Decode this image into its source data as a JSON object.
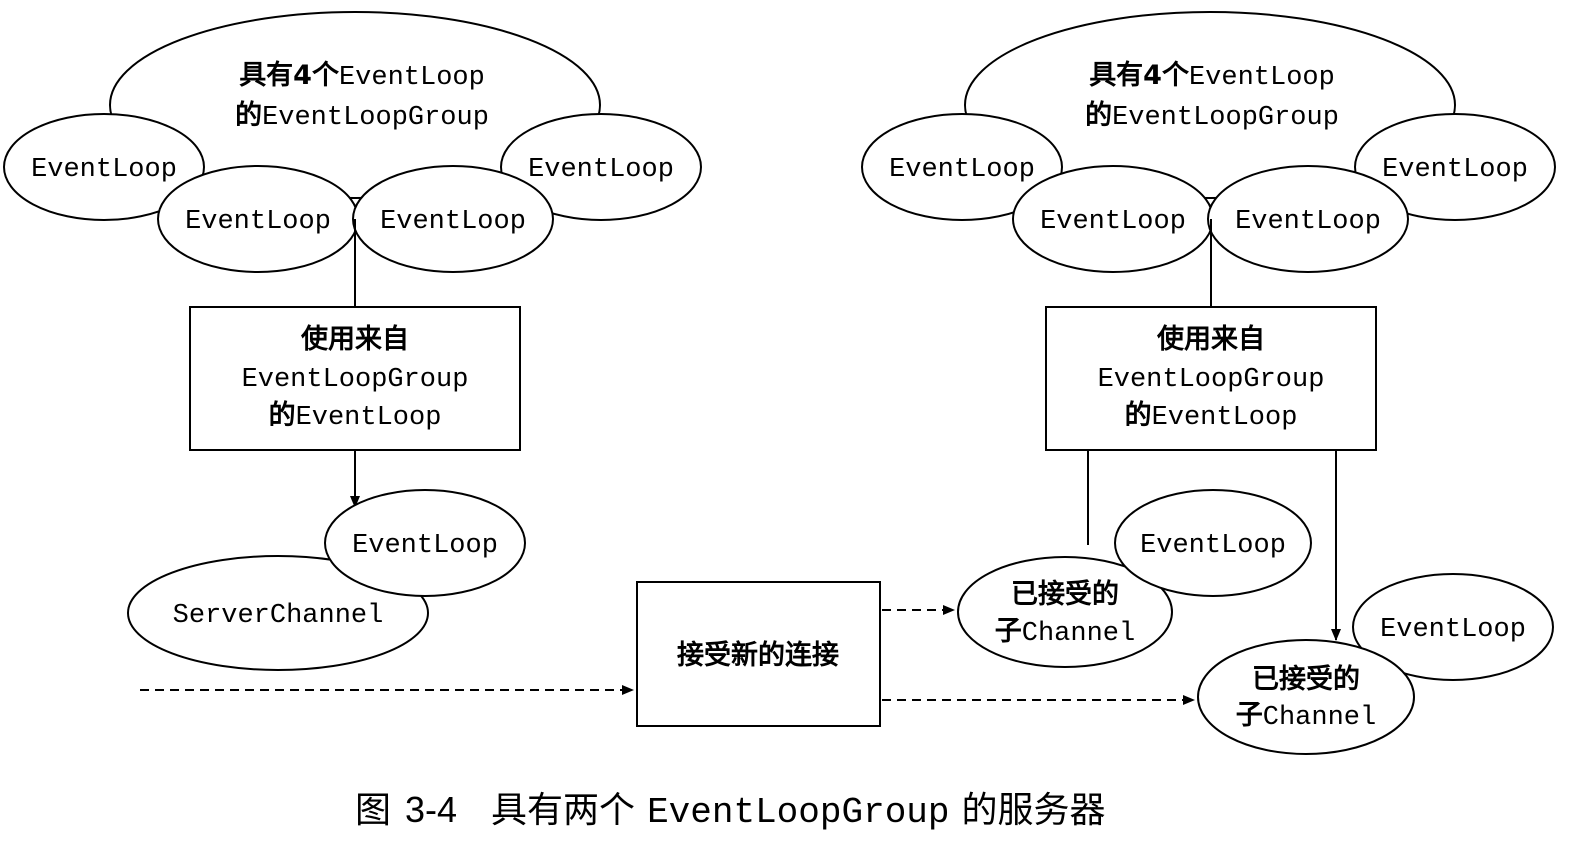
{
  "left_group": {
    "line1_zh": "具有4个",
    "line1_en": "EventLoop",
    "line2_zh": "的",
    "line2_en": "EventLoopGroup",
    "loop1": "EventLoop",
    "loop2": "EventLoop",
    "loop3": "EventLoop",
    "loop4": "EventLoop"
  },
  "right_group": {
    "line1_zh": "具有4个",
    "line1_en": "EventLoop",
    "line2_zh": "的",
    "line2_en": "EventLoopGroup",
    "loop1": "EventLoop",
    "loop2": "EventLoop",
    "loop3": "EventLoop",
    "loop4": "EventLoop"
  },
  "left_box": {
    "line1": "使用来自",
    "line2": "EventLoopGroup",
    "line3_zh": "的",
    "line3_en": "EventLoop"
  },
  "right_box": {
    "line1": "使用来自",
    "line2": "EventLoopGroup",
    "line3_zh": "的",
    "line3_en": "EventLoop"
  },
  "server": {
    "loop": "EventLoop",
    "channel": "ServerChannel"
  },
  "accept_box": {
    "label": "接受新的连接"
  },
  "child1": {
    "loop": "EventLoop",
    "line1": "已接受的",
    "line2_zh": "子",
    "line2_en": "Channel"
  },
  "child2": {
    "loop": "EventLoop",
    "line1": "已接受的",
    "line2_zh": "子",
    "line2_en": "Channel"
  },
  "caption": {
    "figure_zh": "图",
    "figure_num": "3-4",
    "text_zh": "具有两个",
    "text_en": "EventLoopGroup",
    "text_end": "的服务器"
  }
}
